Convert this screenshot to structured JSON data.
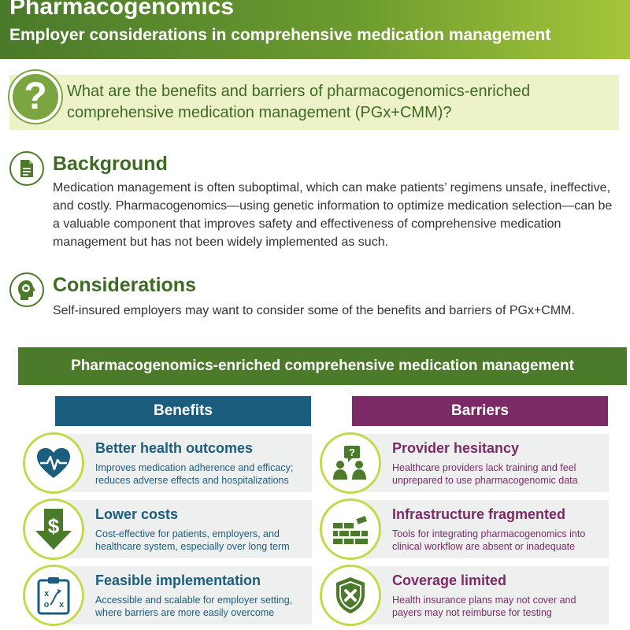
{
  "header": {
    "title": "Pharmacogenomics",
    "subtitle": "Employer considerations in comprehensive medication management"
  },
  "question": {
    "icon": "question-mark-icon",
    "text": "What are the benefits and barriers of pharmacogenomics-enriched comprehensive medication management (PGx+CMM)?"
  },
  "background": {
    "icon": "document-icon",
    "title": "Background",
    "body": "Medication management is often suboptimal, which can make patients’ regimens unsafe, ineffective, and costly. Pharmacogenomics—using genetic information to optimize medication selection—can be a valuable component that improves safety and effectiveness of comprehensive medication management but has not been widely implemented as such."
  },
  "considerations": {
    "icon": "head-brain-icon",
    "title": "Considerations",
    "body": "Self-insured employers may want to consider some of the benefits and barriers of PGx+CMM."
  },
  "banner": {
    "title": "Pharmacogenomics-enriched comprehensive medication management"
  },
  "colors": {
    "green_dark": "#4a7a2a",
    "green_light": "#a6c63a",
    "benefits_blue": "#1b5d7e",
    "barriers_purple": "#7c2a66",
    "ring_lime": "#c5d84a"
  },
  "benefits": {
    "heading": "Benefits",
    "items": [
      {
        "icon": "heart-pulse-icon",
        "title": "Better health outcomes",
        "desc": "Improves medication adherence and efficacy; reduces adverse effects and hospitalizations"
      },
      {
        "icon": "dollar-down-arrow-icon",
        "title": "Lower costs",
        "desc": "Cost-effective for patients, employers, and healthcare system, especially over long term"
      },
      {
        "icon": "strategy-board-icon",
        "title": "Feasible implementation",
        "desc": "Accessible and scalable for employer setting, where barriers are more easily overcome"
      }
    ]
  },
  "barriers": {
    "heading": "Barriers",
    "items": [
      {
        "icon": "people-question-icon",
        "title": "Provider hesitancy",
        "desc": "Healthcare providers lack training and feel unprepared to use pharmacogenomic data"
      },
      {
        "icon": "broken-brick-wall-icon",
        "title": "Infrastructure fragmented",
        "desc": "Tools for integrating pharmacogenomics into clinical workflow are absent or inadequate"
      },
      {
        "icon": "shield-x-icon",
        "title": "Coverage limited",
        "desc": "Health insurance plans may not cover and payers may not reimburse for testing"
      }
    ]
  }
}
